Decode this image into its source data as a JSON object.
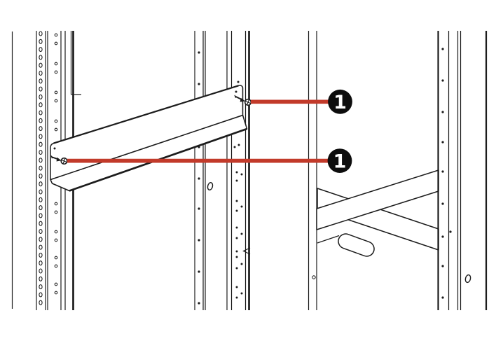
{
  "figure": {
    "type": "installation-diagram",
    "subject": "rack rail bracket secured to rack posts with screws",
    "callouts": [
      {
        "label": "1",
        "target": "rear-bracket-screw"
      },
      {
        "label": "1",
        "target": "front-bracket-screw"
      }
    ]
  },
  "colors": {
    "leader": "#c23a2a",
    "badge_bg": "#0d0d0d",
    "badge_text": "#ffffff",
    "line": "#1c1c1c",
    "background": "#ffffff"
  }
}
